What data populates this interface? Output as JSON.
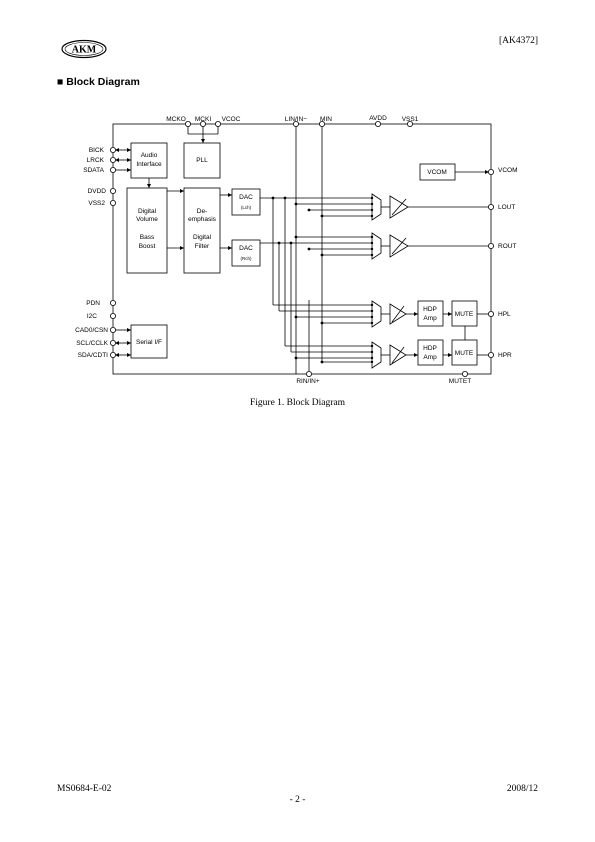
{
  "header": {
    "logo_text": "AKM",
    "doc_id": "[AK4372]"
  },
  "section": {
    "bullet": "■",
    "title": "Block Diagram"
  },
  "diagram": {
    "top_pins": {
      "mcko": "MCKO",
      "mcki": "MCKI",
      "vcoc": "VCOC",
      "lin": "LIN/IN−",
      "min": "MIN",
      "avdd": "AVDD",
      "vss1": "VSS1"
    },
    "left_pins": {
      "bick": "BICK",
      "lrck": "LRCK",
      "sdata": "SDATA",
      "dvdd": "DVDD",
      "vss2": "VSS2",
      "pdn": "PDN",
      "i2c": "I2C",
      "cad0": "CAD0/CSN",
      "scl": "SCL/CCLK",
      "sda": "SDA/CDTI"
    },
    "right_pins": {
      "vcom": "VCOM",
      "lout": "LOUT",
      "rout": "ROUT",
      "hpl": "HPL",
      "hpr": "HPR"
    },
    "bottom_pins": {
      "rin": "RIN/IN+",
      "mutet": "MUTET"
    },
    "blocks": {
      "audio_if": [
        "Audio",
        "Interface"
      ],
      "pll": "PLL",
      "dvol": [
        "Digital",
        "Volume",
        "",
        "Bass",
        "Boost"
      ],
      "demph": [
        "De-",
        "emphasis",
        "",
        "Digital",
        "Filter"
      ],
      "dac_l": [
        "DAC",
        "(Lch)"
      ],
      "dac_r": [
        "DAC",
        "(Rch)"
      ],
      "vcom": "VCOM",
      "serial": "Serial I/F",
      "hdp_l": [
        "HDP",
        "Amp"
      ],
      "hdp_r": [
        "HDP",
        "Amp"
      ],
      "mute_l": "MUTE",
      "mute_r": "MUTE"
    }
  },
  "caption": "Figure 1. Block Diagram",
  "footer": {
    "left": "MS0684-E-02",
    "page": "- 2 -",
    "right": "2008/12"
  }
}
